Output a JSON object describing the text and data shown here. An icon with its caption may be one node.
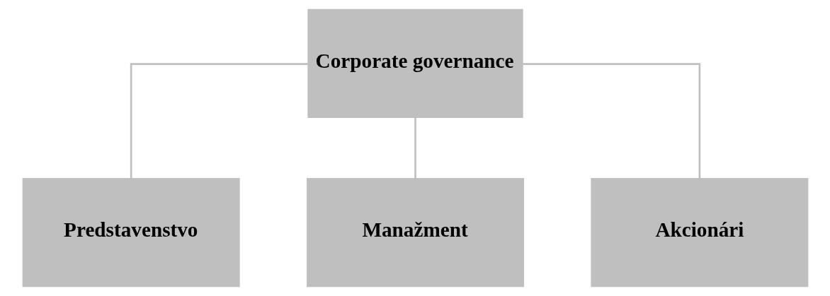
{
  "diagram": {
    "nodes": [
      {
        "text": [
          "Corporate governance"
        ]
      },
      {
        "text": [
          "Predstavenstvo"
        ]
      },
      {
        "text": [
          "Manažment"
        ]
      },
      {
        "text": [
          "Akcionári"
        ]
      }
    ],
    "edges": [
      {
        "from": 0,
        "to": 1,
        "arrow": "none"
      },
      {
        "from": 0,
        "to": 2,
        "arrow": "none"
      },
      {
        "from": 0,
        "to": 3,
        "arrow": "none"
      }
    ]
  }
}
